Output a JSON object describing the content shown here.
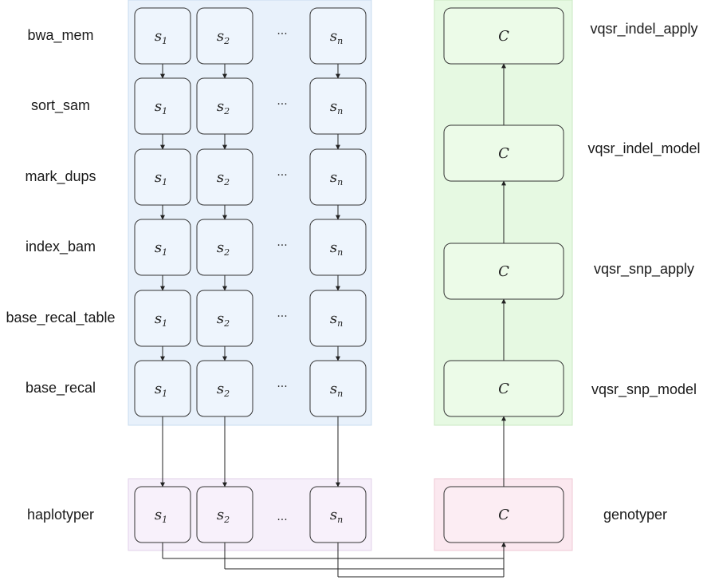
{
  "diagram": {
    "left_stages": [
      "bwa_mem",
      "sort_sam",
      "mark_dups",
      "index_bam",
      "base_recal_table",
      "base_recal"
    ],
    "haplotyper_label": "haplotyper",
    "right_stages": [
      "vqsr_indel_apply",
      "vqsr_indel_model",
      "vqsr_snp_apply",
      "vqsr_snp_model"
    ],
    "genotyper_label": "genotyper",
    "sample_nodes": [
      {
        "base": "s",
        "sub": "1"
      },
      {
        "base": "s",
        "sub": "2"
      },
      {
        "base": "s",
        "sub": "n"
      }
    ],
    "ellipsis": "...",
    "cohort_node": "C",
    "colors": {
      "blue_fill": "#e8f1fb",
      "green_fill": "#e6f9e2",
      "purple_fill": "#f6effa",
      "pink_fill": "#fbe8ef",
      "blue_node": "#eef5fd",
      "green_node": "#ecfbe8",
      "purple_node": "#f8f1fb",
      "pink_node": "#fcedf3",
      "node_stroke": "#333333"
    }
  }
}
